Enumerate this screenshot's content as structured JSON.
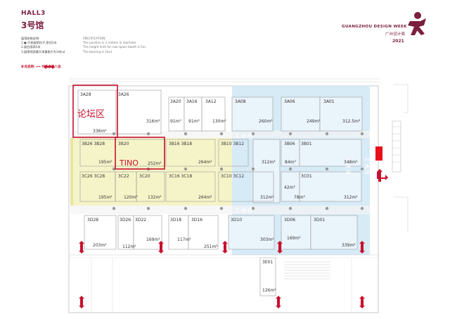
{
  "header": {
    "hall_title": "HALL3",
    "hall_sub": "3号馆",
    "legend_title": "展馆参数说明:",
    "legend_lines": [
      "1.● 代表展馆柱子,直径2米",
      "2.展台限高5米",
      "3.展馆地面最大承重能力为1吨/㎡"
    ],
    "spec_title": "SPECIFICATION:",
    "spec_lines": [
      "The pavilion is 2 meters in diameter",
      "The height limit for raw space booth is 5m",
      "The bearing is 1t/㎡"
    ],
    "legend_key": "补充说明: ⟺ 代表参观人流"
  },
  "brand": {
    "name": "GUANGZHOU DESIGN WEEK",
    "name_cn": "广州设计周",
    "year": "2021"
  },
  "zones": {
    "forum": "论坛区",
    "tino": "TINO",
    "main_aisle": "主通道"
  },
  "booths": [
    {
      "id": "3A28",
      "area": "336m²"
    },
    {
      "id": "3A26",
      "area": "316m²"
    },
    {
      "id": "3A20",
      "area": "91m²"
    },
    {
      "id": "3A16",
      "area": "91m²"
    },
    {
      "id": "3A12",
      "area": "130m²"
    },
    {
      "id": "3A08",
      "area": "260m²"
    },
    {
      "id": "3A06",
      "area": "249m²"
    },
    {
      "id": "3A01",
      "area": "312.5m²"
    },
    {
      "id": "3B26 3B28",
      "area": "195m²"
    },
    {
      "id": "3B20",
      "area": "252m²"
    },
    {
      "id": "3B16 3B18",
      "area": "264m²"
    },
    {
      "id": "3B10 3B12",
      "area": ""
    },
    {
      "id": "3B06",
      "area": "84m²"
    },
    {
      "id": "3B01",
      "area": "348m²"
    },
    {
      "id": "3C26 3C28",
      "area": "195m²"
    },
    {
      "id": "3C22",
      "area": "120m²"
    },
    {
      "id": "3C20",
      "area": "132m²"
    },
    {
      "id": "3C16 3C18",
      "area": "264m²"
    },
    {
      "id": "3C10 3C12",
      "area": "312m²"
    },
    {
      "id": "3C01",
      "area": "312m²"
    },
    {
      "id": "3D28",
      "area": "203m²"
    },
    {
      "id": "3D26",
      "area": "112m²"
    },
    {
      "id": "3D22",
      "area": "169m²"
    },
    {
      "id": "3D18",
      "area": "117m²"
    },
    {
      "id": "3D16",
      "area": "251m²"
    },
    {
      "id": "3D10",
      "area": "303m²"
    },
    {
      "id": "3D06",
      "area": "169m²"
    },
    {
      "id": "3D01",
      "area": "339m²"
    },
    {
      "id": "3E01",
      "area": "126m²"
    }
  ],
  "extra_areas": [
    "312m²",
    "42m²",
    "78m²"
  ],
  "colors": {
    "accent": "#7a1f3d",
    "highlight_red": "#c8102e",
    "blue_zone": "#d7ebf7",
    "yellow_zone": "#f5f4c8",
    "column": "#9a9a9a"
  }
}
